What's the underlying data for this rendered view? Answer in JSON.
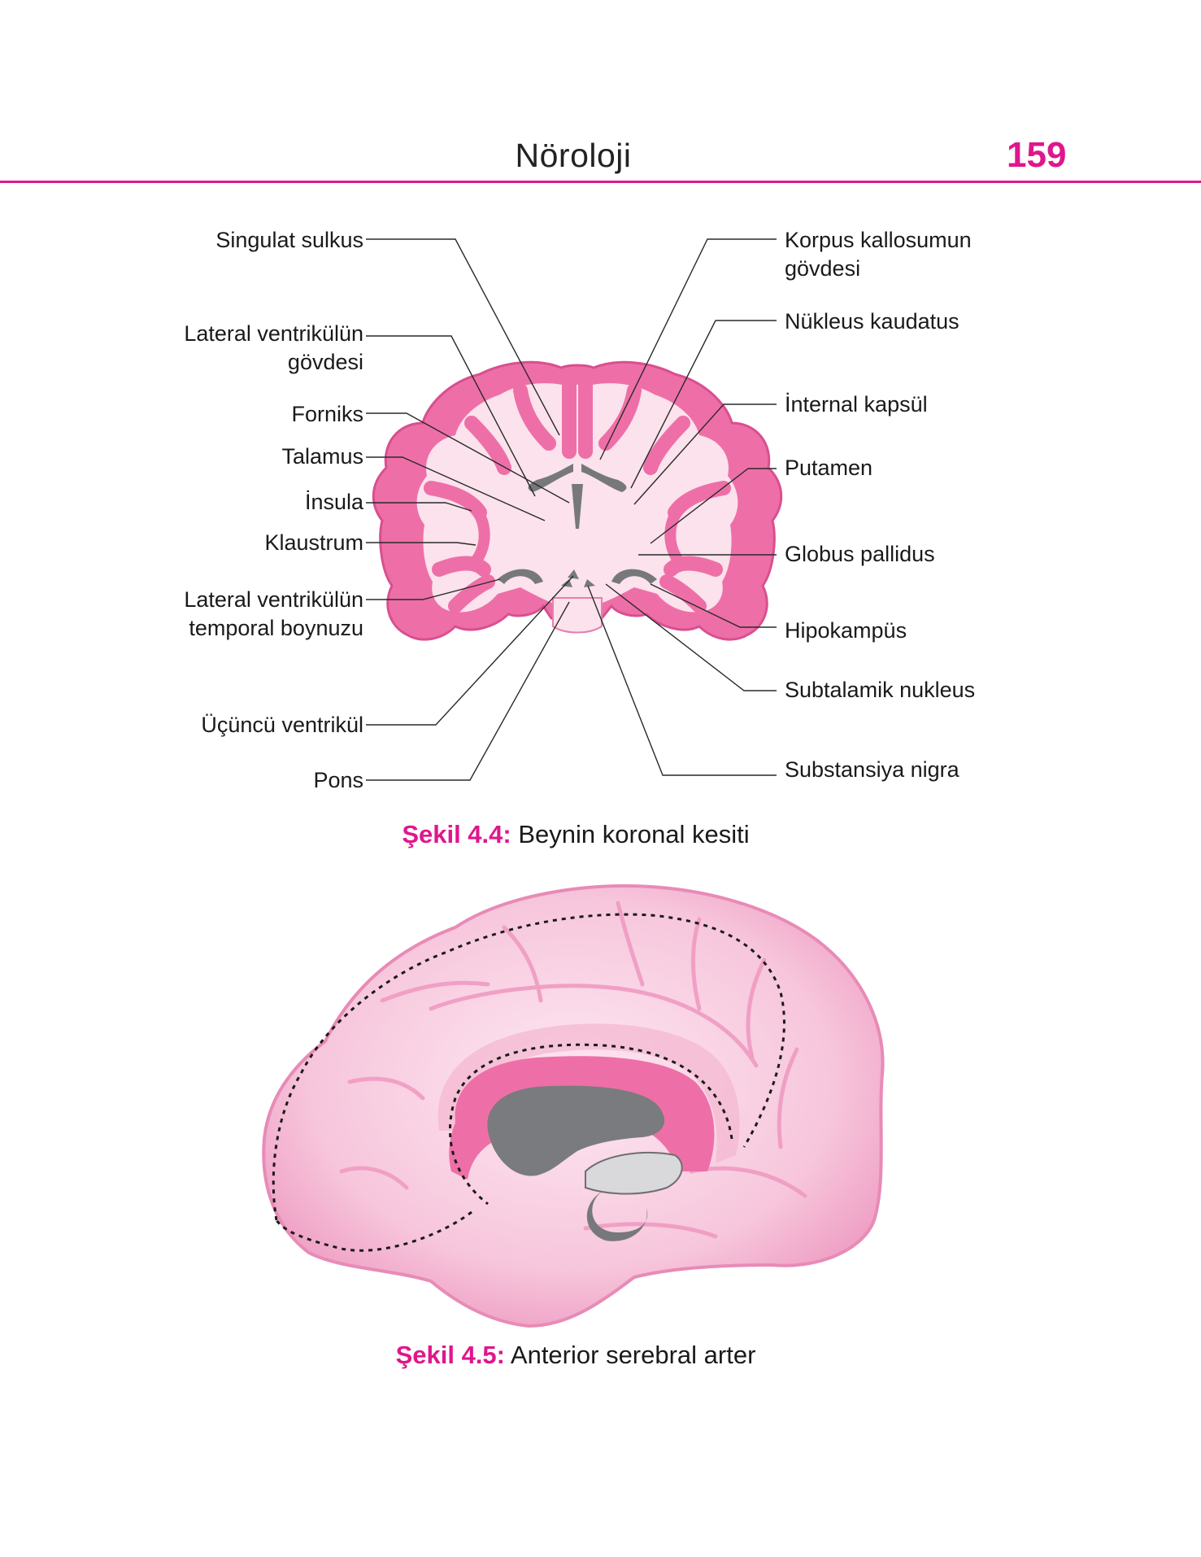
{
  "header": {
    "chapter_title": "Nöroloji",
    "page_number": "159"
  },
  "figure1": {
    "caption_number": "Şekil 4.4:",
    "caption_text": "Beynin koronal kesiti",
    "labels_left": [
      {
        "lines": [
          "Singulat sulkus"
        ]
      },
      {
        "lines": [
          "Lateral ventrikülün",
          "gövdesi"
        ]
      },
      {
        "lines": [
          "Forniks"
        ]
      },
      {
        "lines": [
          "Talamus"
        ]
      },
      {
        "lines": [
          "İnsula"
        ]
      },
      {
        "lines": [
          "Klaustrum"
        ]
      },
      {
        "lines": [
          "Lateral ventrikülün",
          "temporal boynuzu"
        ]
      },
      {
        "lines": [
          "Üçüncü ventrikül"
        ]
      },
      {
        "lines": [
          "Pons"
        ]
      }
    ],
    "labels_right": [
      {
        "lines": [
          "Korpus kallosumun",
          "gövdesi"
        ]
      },
      {
        "lines": [
          "Nükleus kaudatus"
        ]
      },
      {
        "lines": [
          "İnternal kapsül"
        ]
      },
      {
        "lines": [
          "Putamen"
        ]
      },
      {
        "lines": [
          "Globus pallidus"
        ]
      },
      {
        "lines": [
          "Hipokampüs"
        ]
      },
      {
        "lines": [
          "Subtalamik nukleus"
        ]
      },
      {
        "lines": [
          "Substansiya nigra"
        ]
      }
    ]
  },
  "figure2": {
    "caption_number": "Şekil 4.5:",
    "caption_text": "Anterior serebral arter"
  },
  "colors": {
    "accent": "#e0168c",
    "cortex_pink": "#ef6fa8",
    "white_matter": "#fbe3ec",
    "ventricle_gray": "#77787b"
  }
}
